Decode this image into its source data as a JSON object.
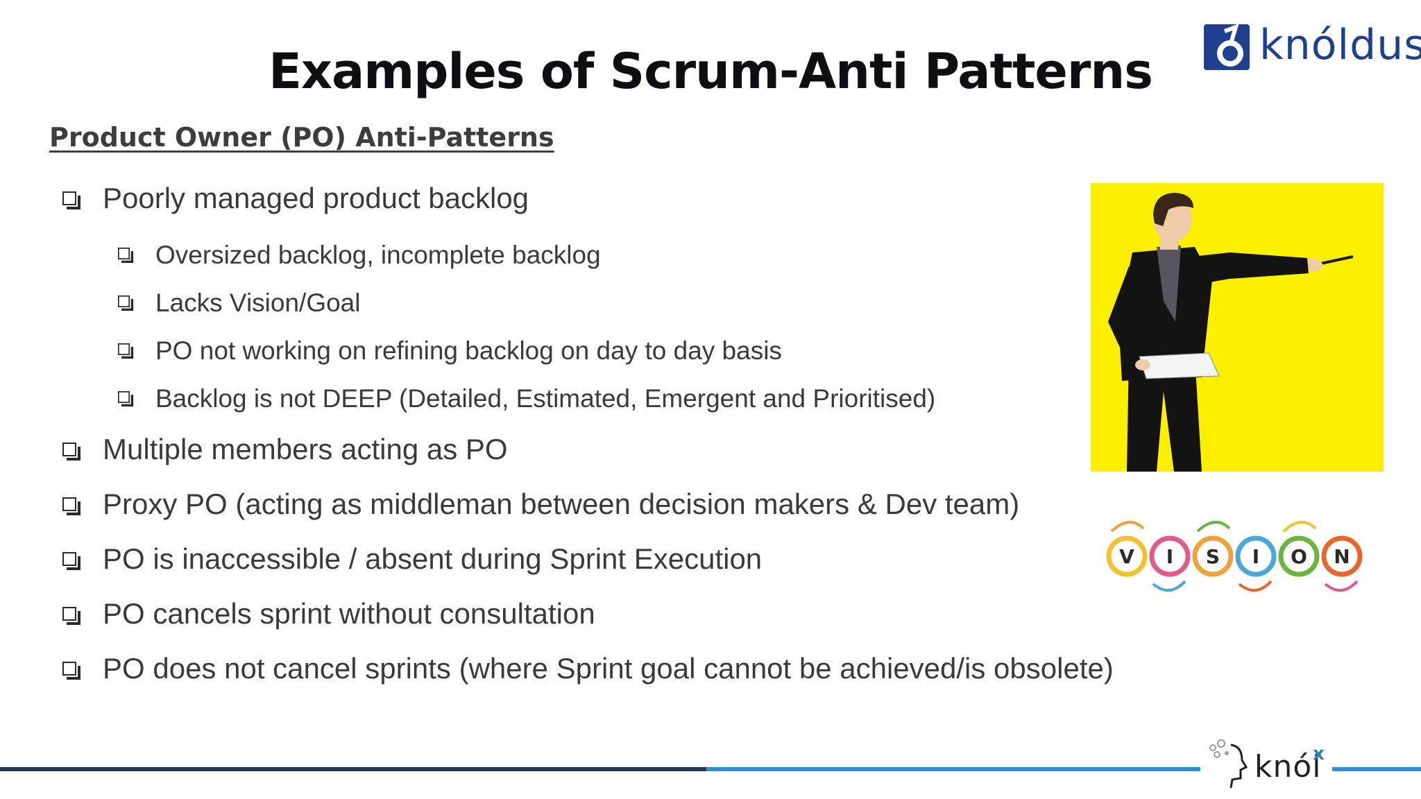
{
  "slide": {
    "title": "Examples of Scrum-Anti Patterns",
    "subtitle": "Product Owner (PO) Anti-Patterns"
  },
  "logo": {
    "text": "knóldus",
    "brand_color": "#1f3f8f"
  },
  "bullets": [
    {
      "level": 1,
      "text": "Poorly managed product backlog"
    },
    {
      "level": 2,
      "text": "Oversized backlog, incomplete backlog"
    },
    {
      "level": 2,
      "text": "Lacks Vision/Goal"
    },
    {
      "level": 2,
      "text": "PO not working on refining backlog on day to day basis"
    },
    {
      "level": 2,
      "text": "Backlog is not DEEP (Detailed, Estimated, Emergent and Prioritised)"
    },
    {
      "level": 1,
      "text": "Multiple members acting as PO"
    },
    {
      "level": 1,
      "text": "Proxy PO (acting as middleman between decision makers & Dev team)"
    },
    {
      "level": 1,
      "text": "PO is inaccessible / absent during Sprint Execution"
    },
    {
      "level": 1,
      "text": "PO cancels sprint without consultation"
    },
    {
      "level": 1,
      "text": "PO does not cancel sprints (where Sprint goal cannot be achieved/is obsolete)"
    }
  ],
  "vision": {
    "letters": [
      "V",
      "I",
      "S",
      "I",
      "O",
      "N"
    ],
    "ring_colors": [
      "#f2c230",
      "#e05b8a",
      "#f0a23c",
      "#4aa8d8",
      "#6cb33f",
      "#e8662c"
    ]
  },
  "footer": {
    "brand": "knól",
    "brand_suffix": "x",
    "dark_color": "#1e3a5a",
    "light_color": "#2e8fcf"
  }
}
